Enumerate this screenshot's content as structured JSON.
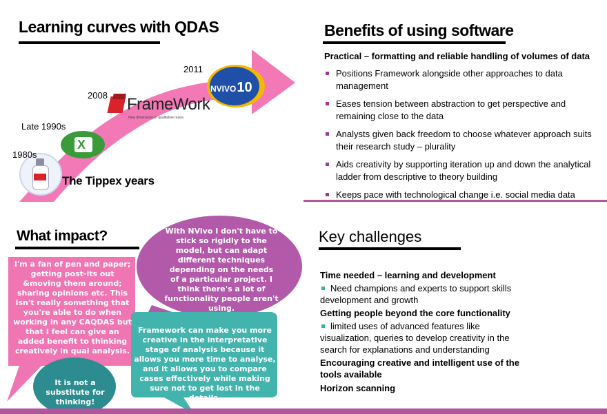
{
  "top_left": {
    "title": "Learning curves with QDAS",
    "years": {
      "y1980s": "1980s",
      "late1990s": "Late 1990s",
      "y2008": "2008",
      "y2011": "2011"
    },
    "framework_logo": "FrameWork",
    "framework_tagline": "New dimensions in qualitative research",
    "nvivo_logo": "NVIVO",
    "nvivo_version": "10",
    "tippex_caption": "The Tippex years",
    "colors": {
      "arrow": "#f278b6",
      "framework_red": "#d9222a",
      "excel_green": "#3a9b3a",
      "nvivo_blue": "#1f4fa8",
      "nvivo_gold": "#f5b800"
    }
  },
  "top_right": {
    "title": "Benefits of using software",
    "subtitle": "Practical – formatting and reliable handling of volumes of data",
    "bullets": [
      "Positions Framework alongside other approaches to data management",
      "Eases tension between abstraction to get perspective and remaining close to the data",
      "Analysts given back freedom to choose whatever approach suits their research study – plurality",
      "Aids creativity by supporting iteration up and down the analytical ladder from descriptive to theory building",
      "Keeps pace with technological change i.e. social media data"
    ],
    "colors": {
      "bullet": "#9b3a96",
      "bottom_bar": "#b3559c"
    }
  },
  "bottom_left": {
    "title": "What impact?",
    "quote_pink": "I'm a fan of pen and paper; getting post-its out &moving them around; sharing opinions etc. This isn't really something that you're able to do when working in any CAQDAS but that I feel can give an added benefit to thinking creatively in qual analysis.",
    "quote_purple": "With NVivo I don't have to stick so rigidly to the model, but can adapt different techniques depending on the needs of a particular project. I think there's a lot of functionality people aren't using.",
    "quote_teal": "Framework can make you more creative in the interpretative stage of analysis because it allows you more time to analyse, and it allows you to compare cases effectively while making sure not to get lost in the details.",
    "quote_small": "It is not a substitute for thinking!",
    "colors": {
      "pink": "#f075b3",
      "purple": "#b259a9",
      "teal": "#43b3ad",
      "dark_teal": "#2d8c8f",
      "bottom_bar": "#b3559c"
    }
  },
  "bottom_right": {
    "title": "Key challenges",
    "items": [
      {
        "kind": "heading",
        "text": "Time needed – learning and development"
      },
      {
        "kind": "bullet",
        "text": "Need champions and experts to support skills development and growth"
      },
      {
        "kind": "heading",
        "text": "Getting people beyond the core functionality"
      },
      {
        "kind": "bullet",
        "text": "limited uses of advanced features like visualization, queries to develop creativity in the search for explanations and understanding"
      },
      {
        "kind": "heading",
        "text": "Encouraging creative and intelligent use of the tools available"
      },
      {
        "kind": "heading",
        "text": "Horizon scanning"
      }
    ],
    "colors": {
      "bullet": "#2bb3a3",
      "bottom_bar": "#b3559c"
    }
  }
}
